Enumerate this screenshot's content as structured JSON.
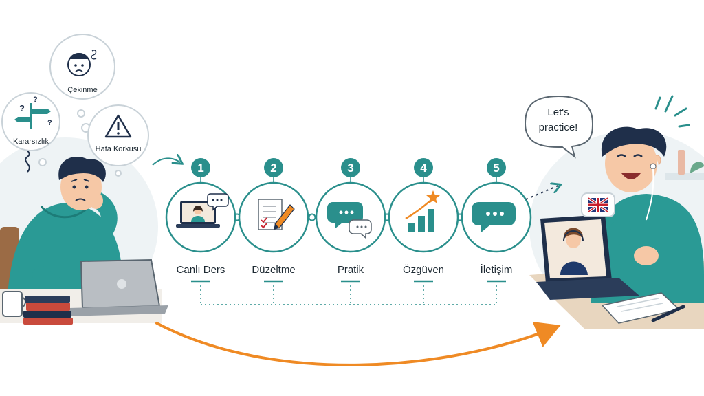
{
  "worries": [
    {
      "label": "Çekinme",
      "icon": "worried-face-icon"
    },
    {
      "label": "Kararsızlık",
      "icon": "signpost-question-icon"
    },
    {
      "label": "Hata Korkusu",
      "icon": "warning-triangle-icon"
    }
  ],
  "steps": [
    {
      "number": "1",
      "label": "Canlı Ders",
      "icon": "video-call-icon"
    },
    {
      "number": "2",
      "label": "Düzeltme",
      "icon": "document-pencil-icon"
    },
    {
      "number": "3",
      "label": "Pratik",
      "icon": "chat-bubbles-icon"
    },
    {
      "number": "4",
      "label": "Özgüven",
      "icon": "growth-chart-star-icon"
    },
    {
      "number": "5",
      "label": "İletişim",
      "icon": "speech-bubble-icon"
    }
  ],
  "speech": {
    "line1": "Let's",
    "line2": "practice!"
  },
  "colors": {
    "teal": "#2a8f8c",
    "teal_dark": "#1d6e6c",
    "orange": "#ef8a24",
    "skin": "#f6c8a6",
    "hair": "#1f2f4a",
    "bg_blob": "#eef3f5"
  }
}
